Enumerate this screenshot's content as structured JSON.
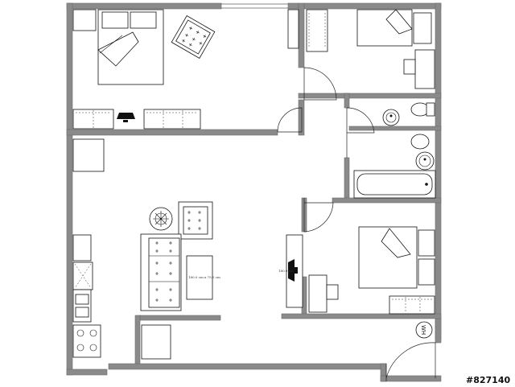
{
  "plan": {
    "watermark": "#827140",
    "water_heater_label": "WH",
    "table_dimension_label": "180.0 cm x 75.5 cm",
    "tv_label": "180.0 cm"
  },
  "rooms": [
    {
      "key": "master-bedroom"
    },
    {
      "key": "bedroom-2"
    },
    {
      "key": "bedroom-3"
    },
    {
      "key": "living-room"
    },
    {
      "key": "bathroom-1"
    },
    {
      "key": "bathroom-2"
    }
  ],
  "icons": {
    "water_heater": "water-heater-icon",
    "lamp": "lamp-icon"
  },
  "colors": {
    "wall": "#8a8a8a",
    "line": "#111111",
    "background": "#ffffff"
  }
}
